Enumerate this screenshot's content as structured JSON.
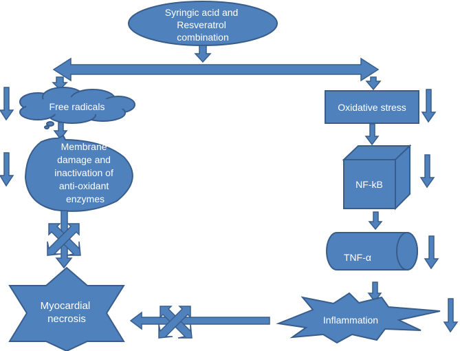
{
  "nodes": {
    "combination": {
      "lines": [
        "Syringic acid and",
        "Resveratrol",
        "combination"
      ]
    },
    "free_radicals": {
      "lines": [
        "Free radicals"
      ]
    },
    "oxidative_stress": {
      "lines": [
        "Oxidative stress"
      ]
    },
    "membrane_damage": {
      "lines": [
        "Membrane",
        "damage and",
        "inactivation of",
        "anti-oxidant",
        "enzymes"
      ]
    },
    "nfkb": {
      "lines": [
        "NF-kB"
      ]
    },
    "tnf": {
      "lines": [
        "TNF-α"
      ]
    },
    "myocardial_necrosis": {
      "lines": [
        "Myocardial",
        "necrosis"
      ]
    },
    "inflammation": {
      "lines": [
        "Inflammation"
      ]
    }
  },
  "colors": {
    "fill": "#4f81bd",
    "stroke": "#385d8a",
    "text": "#ffffff"
  }
}
